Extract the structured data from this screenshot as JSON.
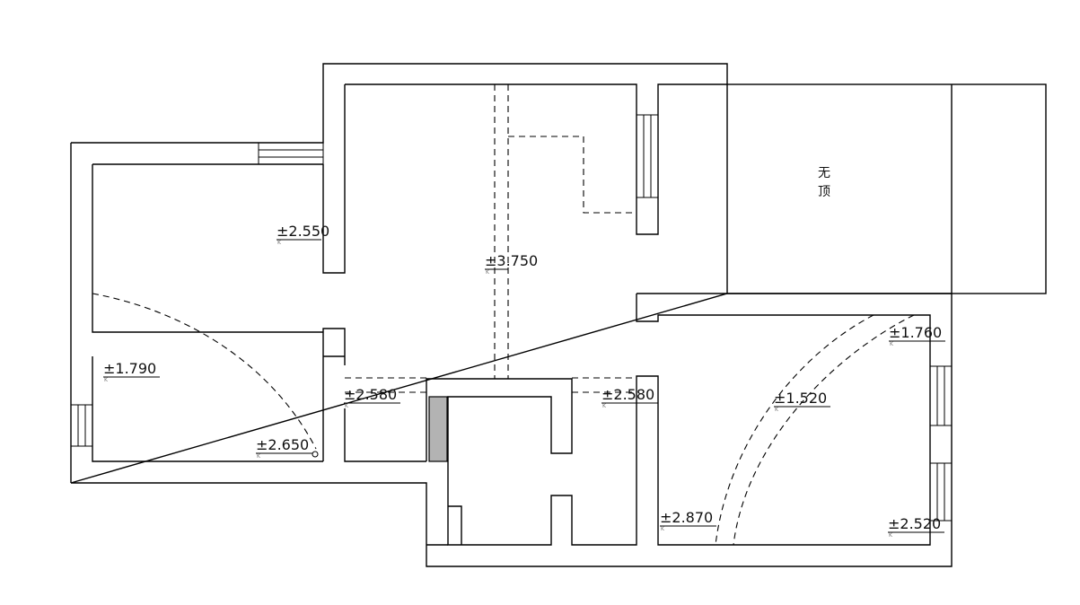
{
  "roof_label": [
    "无",
    "顶"
  ],
  "marker_char": "K",
  "levels": [
    {
      "id": "l1",
      "text": "±2.550"
    },
    {
      "id": "l2",
      "text": "±3.750"
    },
    {
      "id": "l3",
      "text": "±1.790"
    },
    {
      "id": "l4",
      "text": "±2.580"
    },
    {
      "id": "l5",
      "text": "±2.580"
    },
    {
      "id": "l6",
      "text": "±2.650"
    },
    {
      "id": "l7",
      "text": "±1.760"
    },
    {
      "id": "l8",
      "text": "±1.520"
    },
    {
      "id": "l9",
      "text": "±2.870"
    },
    {
      "id": "l10",
      "text": "±2.520"
    }
  ]
}
